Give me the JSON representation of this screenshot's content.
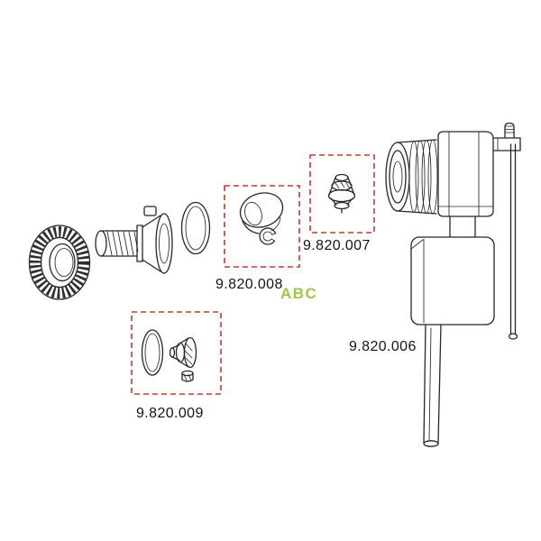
{
  "watermark": "ABC",
  "labels": {
    "part_006": "9.820.006",
    "part_007": "9.820.007",
    "part_008": "9.820.008",
    "part_009": "9.820.009"
  }
}
